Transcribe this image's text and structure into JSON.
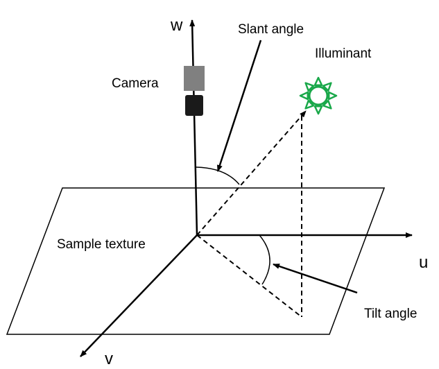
{
  "labels": {
    "w": "w",
    "u": "u",
    "v": "v",
    "slant_angle": "Slant angle",
    "illuminant": "Illuminant",
    "camera": "Camera",
    "sample_texture": "Sample texture",
    "tilt_angle": "Tilt angle"
  },
  "colors": {
    "line": "#000000",
    "camera_top": "#808080",
    "camera_body": "#1a1a1a",
    "illuminant": "#1aa84a"
  },
  "icons": {
    "illuminant": "sun-icon",
    "camera": "camera-icon"
  }
}
